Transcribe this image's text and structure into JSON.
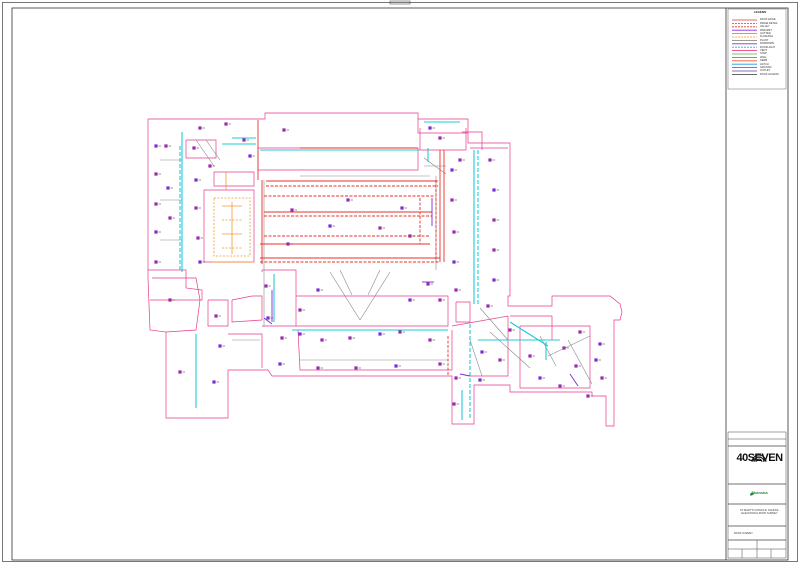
{
  "legend": {
    "title": "LEGEND",
    "items": [
      {
        "label": "ROOF EDGE",
        "color": "#e8322b",
        "style": "solid"
      },
      {
        "label": "RIDGE DETAIL",
        "color": "#e8322b",
        "style": "dashed"
      },
      {
        "label": "VALLEY",
        "color": "#e8322b",
        "style": "dashed"
      },
      {
        "label": "PARAPET",
        "color": "#8a2be2",
        "style": "solid"
      },
      {
        "label": "GUTTER",
        "color": "#00bcd4",
        "style": "solid"
      },
      {
        "label": "FLASHING",
        "color": "#ff9800",
        "style": "dashed"
      },
      {
        "label": "PLANT",
        "color": "#7a7a7a",
        "style": "solid"
      },
      {
        "label": "DOWNPIPE",
        "color": "#9c27b0",
        "style": "solid"
      },
      {
        "label": "ROOFLIGHT",
        "color": "#00bcd4",
        "style": "dashed"
      },
      {
        "label": "VENT",
        "color": "#e91e63",
        "style": "solid"
      },
      {
        "label": "STEP",
        "color": "#4caf50",
        "style": "solid"
      },
      {
        "label": "WALL",
        "color": "#e8322b",
        "style": "solid"
      },
      {
        "label": "KERB",
        "color": "#ff5722",
        "style": "solid"
      },
      {
        "label": "HATCH",
        "color": "#2196f3",
        "style": "solid"
      },
      {
        "label": "GRATING",
        "color": "#3f51b5",
        "style": "solid"
      },
      {
        "label": "OUTLET",
        "color": "#673ab7",
        "style": "solid"
      },
      {
        "label": "ROOF ACCESS",
        "color": "#333333",
        "style": "solid"
      }
    ]
  },
  "titleblock": {
    "brand": "40SEVEN",
    "client": "Skanska",
    "project_lines": [
      "ST MARY'S CATHOLIC SCHOOL",
      "ELEVATION & ROOF SURVEY"
    ],
    "sheet_title": "ROOF SURVEY"
  },
  "colors": {
    "outline": "#e83a8c",
    "red": "#e8322b",
    "cyan": "#21c8d8",
    "purple": "#7b2bd4",
    "orange": "#f29a2e",
    "grey": "#8a8a8a",
    "frame": "#222222"
  }
}
